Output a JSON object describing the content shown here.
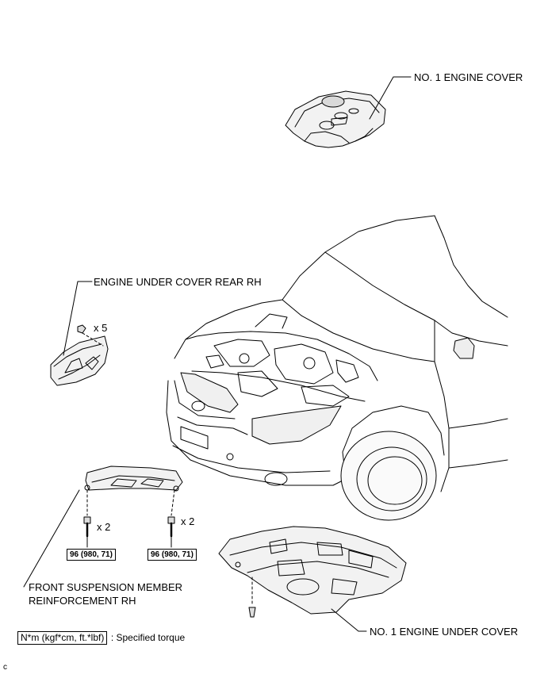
{
  "labels": {
    "engine_cover": "NO. 1 ENGINE COVER",
    "under_cover_rear": "ENGINE UNDER COVER REAR RH",
    "front_suspension_line1": "FRONT SUSPENSION MEMBER",
    "front_suspension_line2": "REINFORCEMENT RH",
    "engine_under_cover": "NO. 1 ENGINE UNDER COVER"
  },
  "quantities": {
    "clips": "x 5",
    "bolts_left": "x 2",
    "bolts_right": "x 2"
  },
  "torques": {
    "left": "96 (980, 71)",
    "right": "96 (980, 71)"
  },
  "legend": {
    "units": "N*m (kgf*cm, ft.*lbf)",
    "meaning": ": Specified torque"
  },
  "corner_mark": "c"
}
